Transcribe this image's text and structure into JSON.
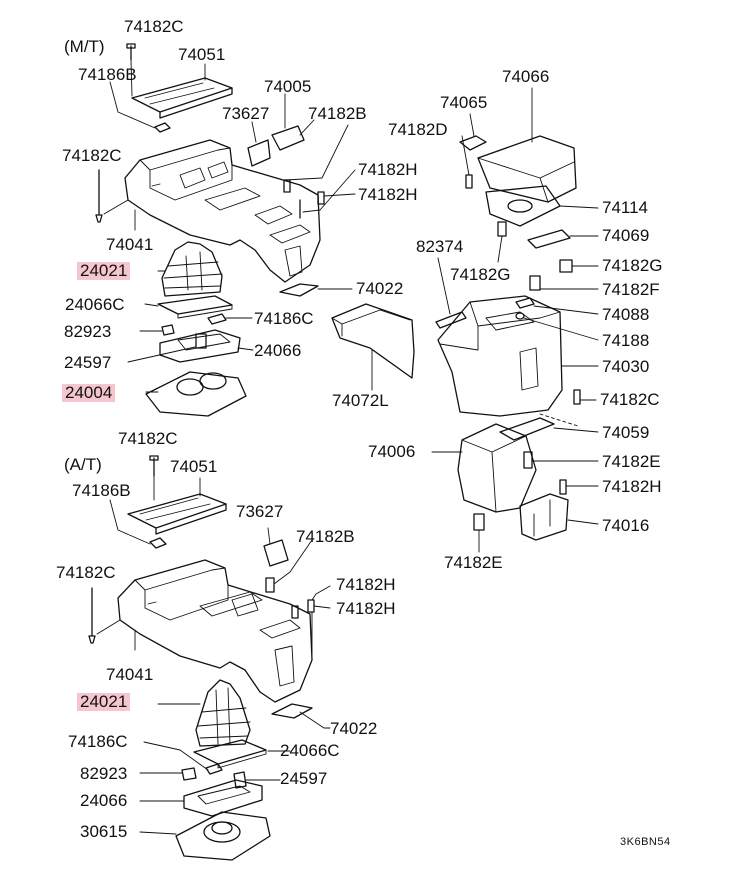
{
  "section_manual": "(M/T)",
  "section_auto": "(A/T)",
  "diagram_code": "3K6BN54",
  "highlight_color": "#f6c6cf",
  "labels": {
    "mt_74182c_top": "74182C",
    "mt_74051": "74051",
    "mt_74186b": "74186B",
    "mt_74005": "74005",
    "mt_73627": "73627",
    "mt_74182b": "74182B",
    "mt_74182c_left": "74182C",
    "mt_74182h_a": "74182H",
    "mt_74182h_b": "74182H",
    "mt_74041": "74041",
    "mt_24021": "24021",
    "mt_74022": "74022",
    "mt_24066c": "24066C",
    "mt_74186c": "74186C",
    "mt_82923": "82923",
    "mt_24066": "24066",
    "mt_24597": "24597",
    "mt_24004": "24004",
    "r_74066": "74066",
    "r_74065": "74065",
    "r_74182d": "74182D",
    "r_74114": "74114",
    "r_74069": "74069",
    "r_82374": "82374",
    "r_74182g": "74182G",
    "r_74182g2": "74182G",
    "r_74182f": "74182F",
    "r_74088": "74088",
    "r_74188": "74188",
    "r_74030": "74030",
    "r_74072l": "74072L",
    "r_74182c": "74182C",
    "r_74059": "74059",
    "r_74006": "74006",
    "r_74182e_a": "74182E",
    "r_74182h": "74182H",
    "r_74016": "74016",
    "r_74182e_b": "74182E",
    "at_74182c_top": "74182C",
    "at_74051": "74051",
    "at_74186b": "74186B",
    "at_73627": "73627",
    "at_74182b": "74182B",
    "at_74182c_left": "74182C",
    "at_74182h_a": "74182H",
    "at_74182h_b": "74182H",
    "at_74041": "74041",
    "at_24021": "24021",
    "at_74022": "74022",
    "at_74186c": "74186C",
    "at_24066c": "24066C",
    "at_82923": "82923",
    "at_24597": "24597",
    "at_24066": "24066",
    "at_30615": "30615"
  }
}
